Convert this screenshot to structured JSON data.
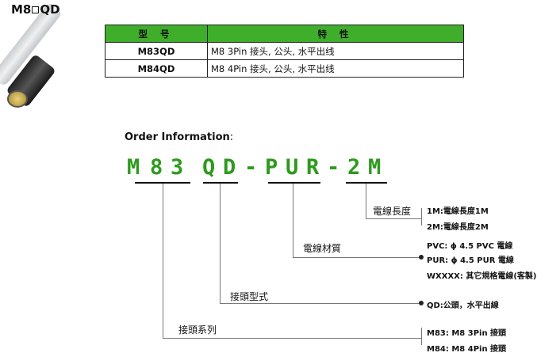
{
  "product": {
    "title_prefix": "M8",
    "title_suffix": "QD"
  },
  "spec_table": {
    "headers": [
      "型 号",
      "特 性"
    ],
    "rows": [
      {
        "model": "M83QD",
        "feature": "M8 3Pin 接头, 公头, 水平出线"
      },
      {
        "model": "M84QD",
        "feature": "M8 4Pin 接头, 公头, 水平出线"
      }
    ]
  },
  "order_info": {
    "title": "Order Information",
    "title_suffix": ":",
    "code_chars": [
      "M",
      "8",
      "3",
      "Q",
      "D",
      "-",
      "P",
      "U",
      "R",
      "-",
      "2",
      "M"
    ],
    "labels": {
      "length": "電線長度",
      "material": "電線材質",
      "connector": "接頭型式",
      "series": "接頭系列"
    },
    "options": {
      "length": [
        "1M:電線長度1M",
        "2M:電線長度2M"
      ],
      "material": [
        "PVC: ϕ 4.5 PVC 電線",
        "PUR: ϕ 4.5 PUR 電線",
        "WXXXX: 其它規格電線(客製)"
      ],
      "connector": [
        "QD:公頭，水平出線"
      ],
      "series": [
        "M83:  M8 3Pin 接頭",
        "M84:  M8 4Pin  接頭"
      ]
    }
  },
  "colors": {
    "accent_green": "#3fae2a",
    "code_green": "#2d9a1c"
  }
}
